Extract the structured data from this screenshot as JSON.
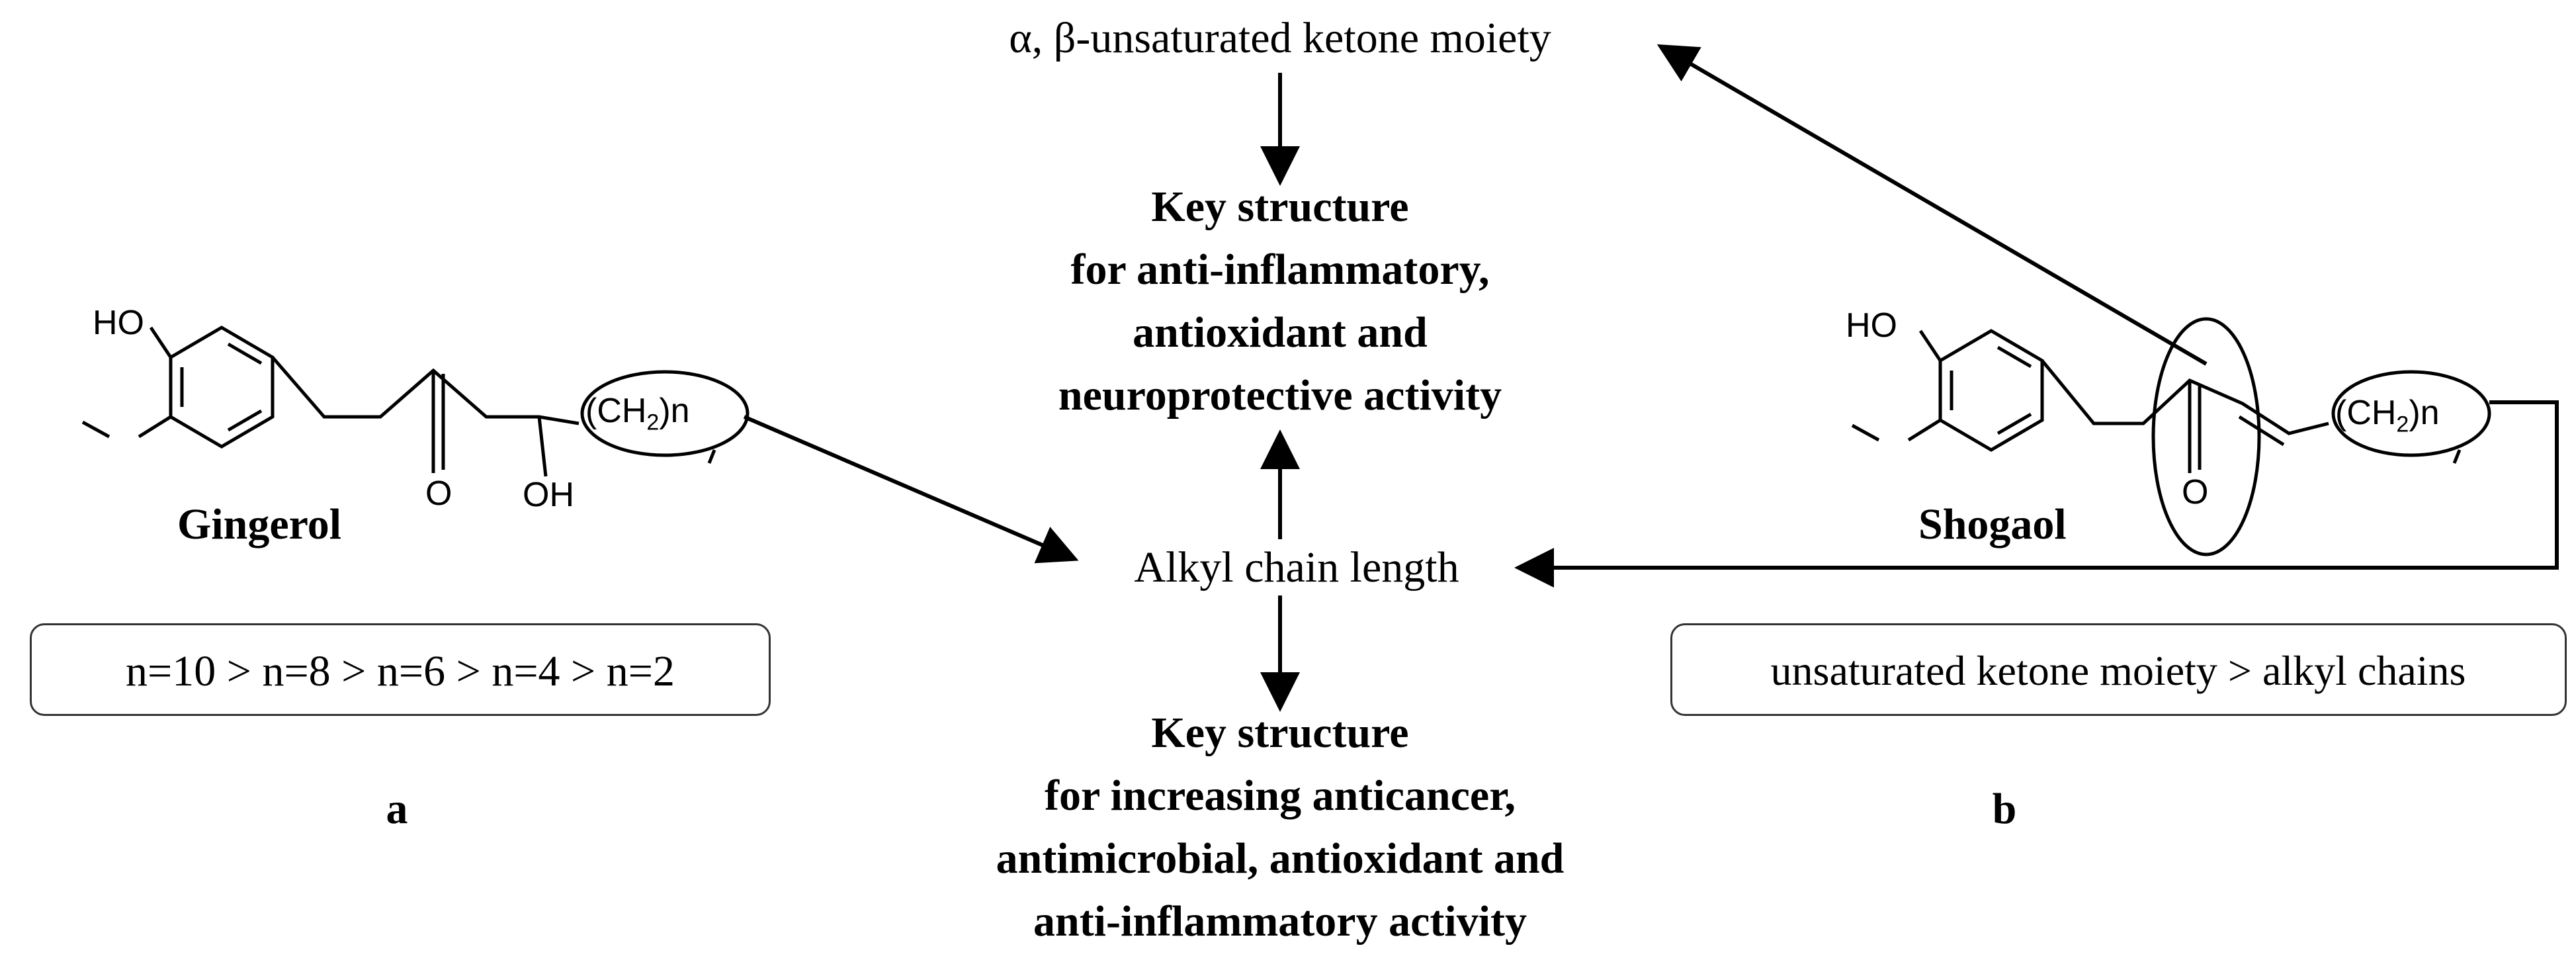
{
  "top_label": "α, β-unsaturated ketone moiety",
  "key_structure_top": {
    "line1": "Key structure",
    "line2": "for  anti-inflammatory,",
    "line3": "antioxidant and",
    "line4": "neuroprotective activity"
  },
  "alkyl_label": "Alkyl chain length",
  "key_structure_bottom": {
    "line1": "Key structure",
    "line2": "for increasing anticancer,",
    "line3": "antimicrobial, antioxidant and",
    "line4": "anti-inflammatory activity"
  },
  "gingerol": {
    "name": "Gingerol",
    "ho": "HO",
    "o": "O",
    "oh": "OH",
    "chain": "(CH",
    "chain_sub": "2",
    "chain_end": ")n",
    "order": "n=10 > n=8 > n=6 > n=4 > n=2",
    "panel": "a"
  },
  "shogaol": {
    "name": "Shogaol",
    "ho": "HO",
    "o": "O",
    "chain": "(CH",
    "chain_sub": "2",
    "chain_end": ")n",
    "order": "unsaturated ketone moiety > alkyl chains",
    "panel": "b"
  },
  "colors": {
    "ink": "#000000",
    "box_border": "#333333"
  }
}
